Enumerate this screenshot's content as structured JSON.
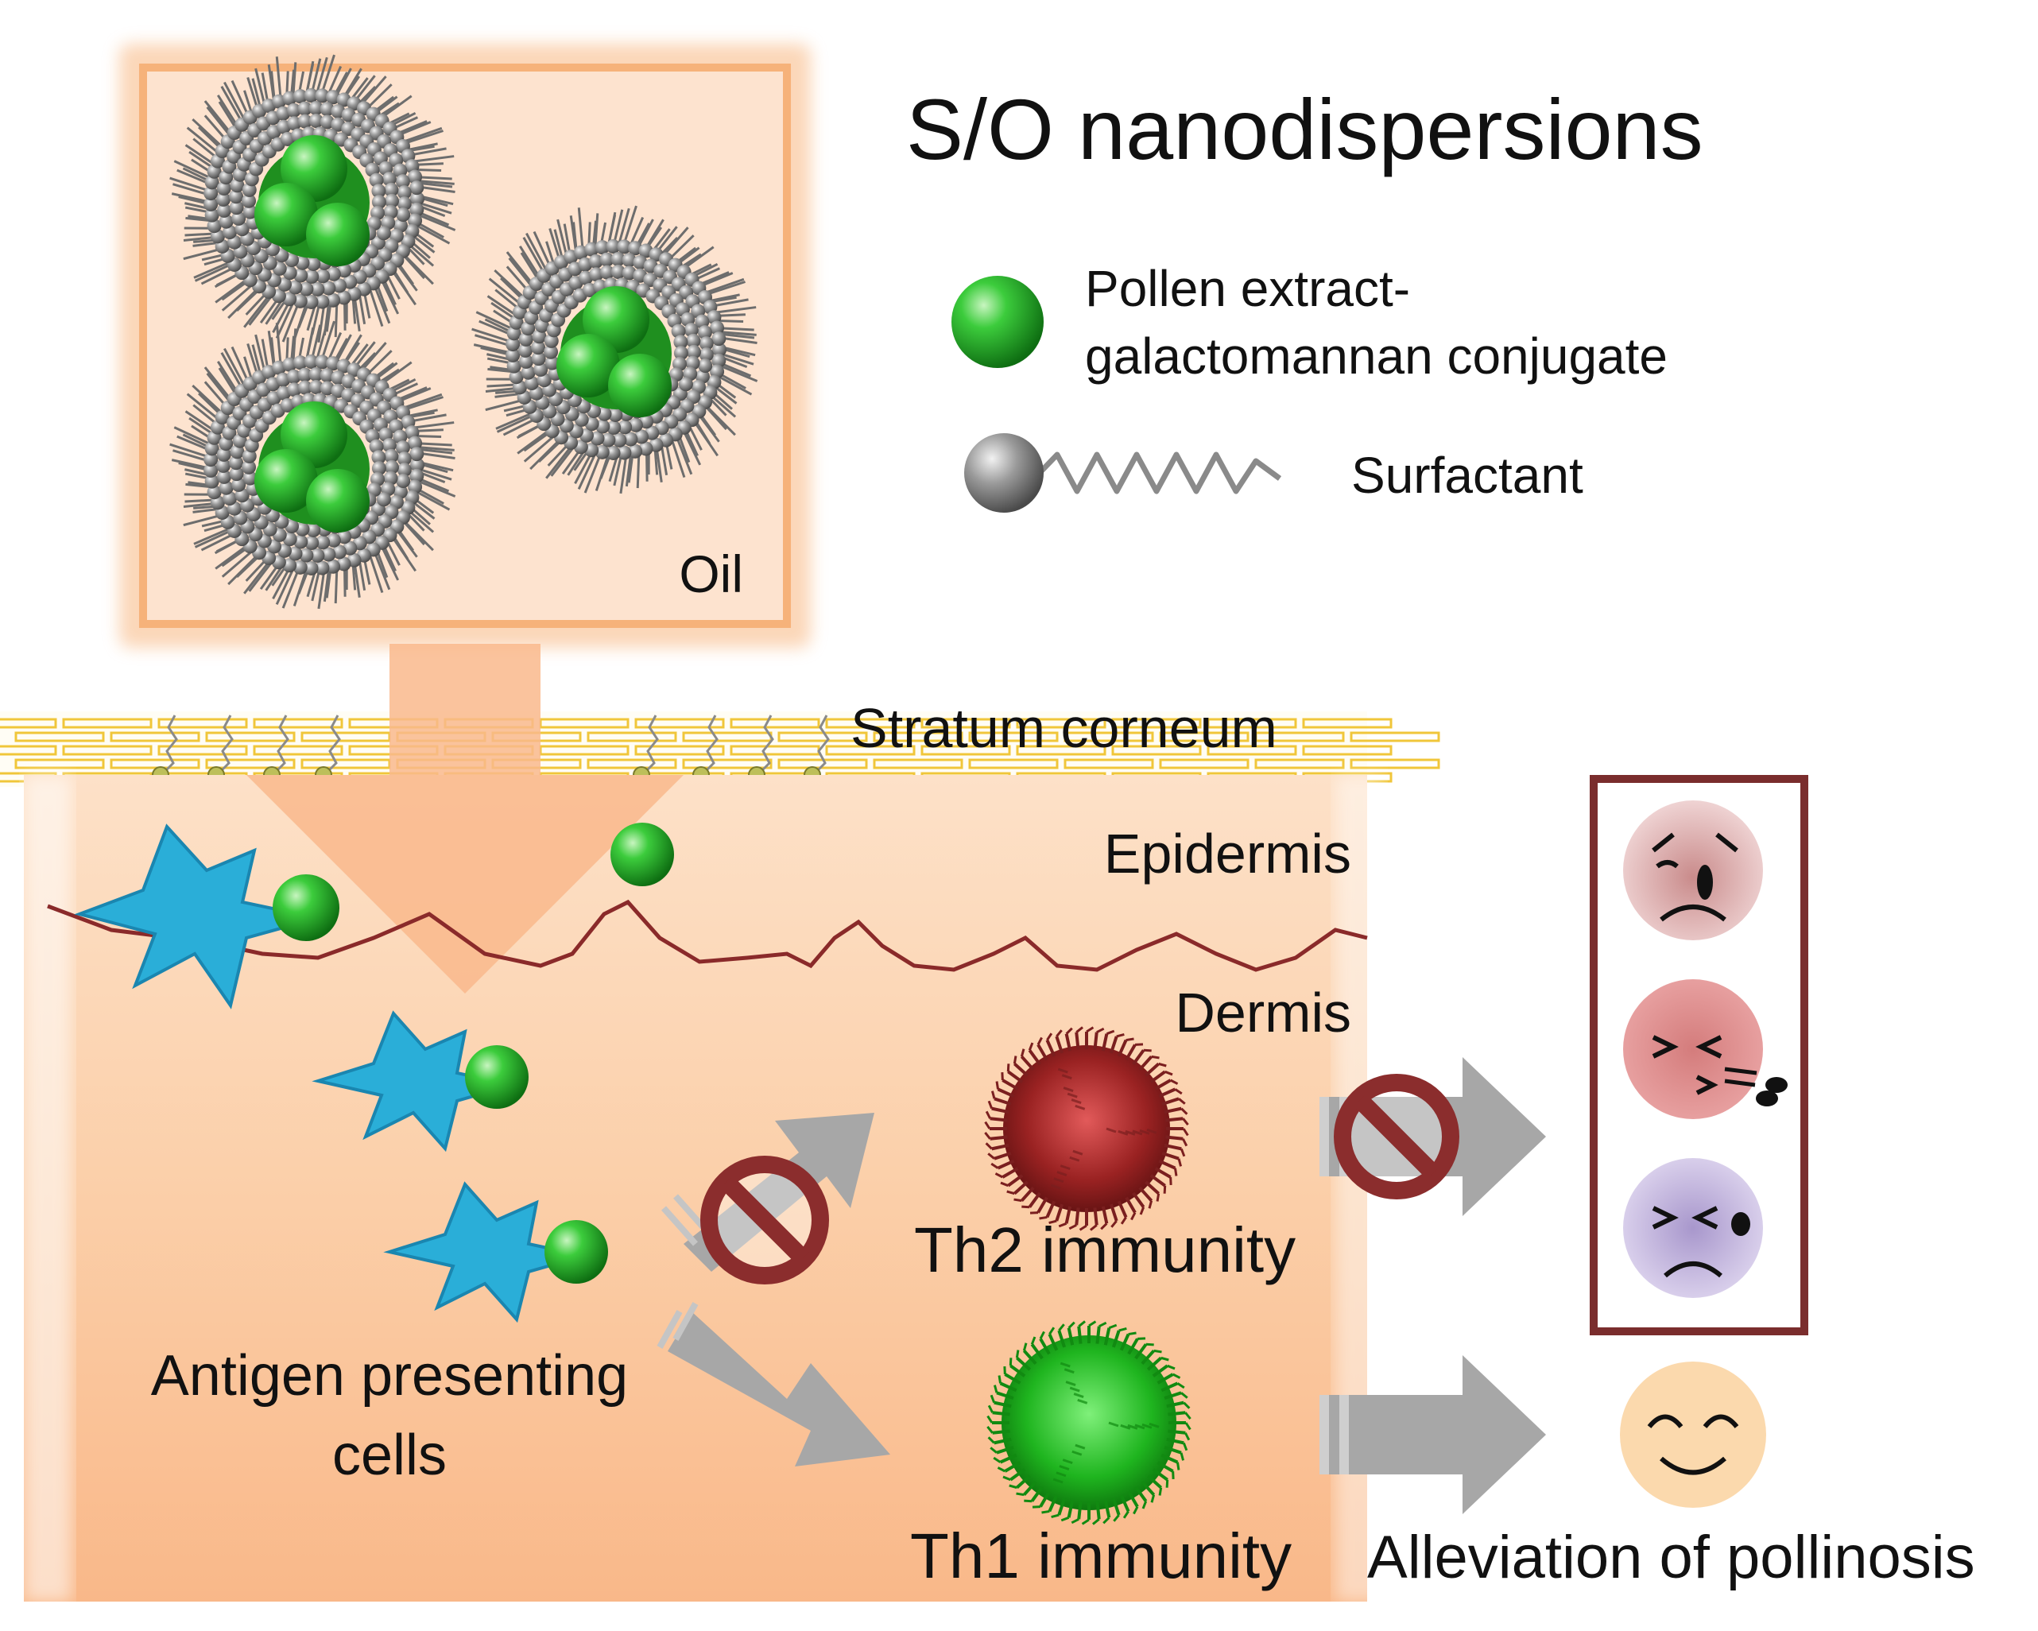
{
  "title": "S/O nanodispersions",
  "legend": {
    "conjugate_line1": "Pollen extract-",
    "conjugate_line2": "galactomannan conjugate",
    "surfactant": "Surfactant"
  },
  "oil_label": "Oil",
  "layers": {
    "stratum": "Stratum corneum",
    "epidermis": "Epidermis",
    "dermis": "Dermis"
  },
  "apc_line1": "Antigen presenting",
  "apc_line2": "cells",
  "th2": "Th2 immunity",
  "th1": "Th1 immunity",
  "outcome": "Alleviation of pollinosis",
  "colors": {
    "conjugate_green": "#2fb52f",
    "surfactant_gray": "#8a8a8a",
    "skin": "#f9c9a3",
    "apc_cyan": "#2aaed8",
    "th2_red": "#9a2a2a",
    "th1_green": "#22b322",
    "block_red": "#8b2d2d",
    "arrow_gray": "#a7a7a7",
    "symptom_box": "#7a2d2d"
  },
  "icons": [
    "pollen-conjugate-sphere-icon",
    "surfactant-molecule-icon",
    "prohibition-sign-icon",
    "sad-face-icon",
    "sneezing-face-icon",
    "teary-face-icon",
    "happy-face-icon"
  ]
}
